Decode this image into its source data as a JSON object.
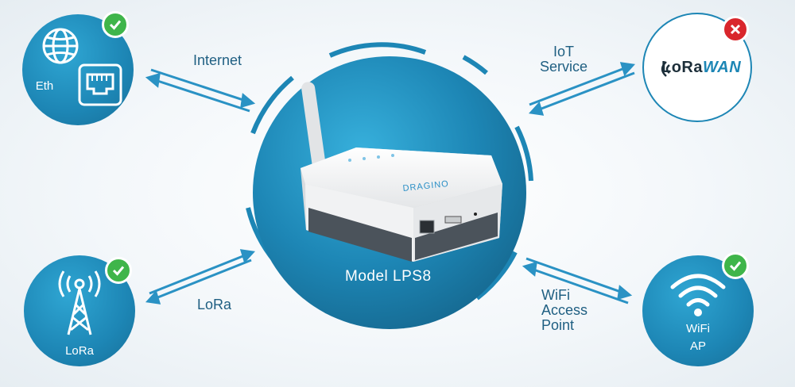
{
  "colors": {
    "accent": "#1d86b5",
    "ok": "#3fb54a",
    "error": "#d9262c",
    "text": "#1f5f82"
  },
  "center": {
    "model_label": "Model  LPS8",
    "brand_text": "DRAGINO"
  },
  "nodes": {
    "eth": {
      "label": "Eth",
      "status": "ok",
      "icons": [
        "globe-icon",
        "ethernet-port-icon"
      ]
    },
    "lora": {
      "label": "LoRa",
      "status": "ok",
      "icons": [
        "radio-tower-icon"
      ]
    },
    "lorawan": {
      "logo_text_left": "LoRa",
      "logo_text_right": "WAN",
      "status": "error"
    },
    "wifi": {
      "label_line1": "WiFi",
      "label_line2": "AP",
      "status": "ok",
      "icons": [
        "wifi-icon"
      ]
    }
  },
  "edges": {
    "internet": "Internet",
    "lora": "LoRa",
    "iot_line1": "IoT",
    "iot_line2": "Service",
    "wifi_line1": "WiFi",
    "wifi_line2": "Access",
    "wifi_line3": "Point"
  }
}
